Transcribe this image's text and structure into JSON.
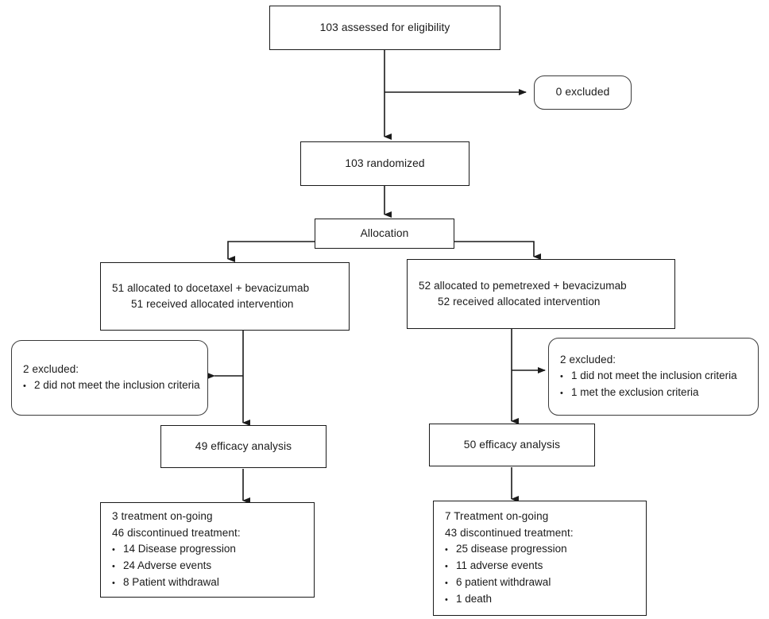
{
  "diagram": {
    "type": "consort-flow-diagram",
    "title": "",
    "line_color": "#1a1a1a",
    "box_fill": "#ffffff"
  },
  "nodes": {
    "assessed": {
      "label": "103 assessed for eligibility",
      "shape": "rectangle"
    },
    "excluded_top": {
      "label": "0 excluded",
      "shape": "rounded-rectangle"
    },
    "randomized": {
      "label": "103 randomized",
      "shape": "rectangle"
    },
    "allocation": {
      "label": "Allocation",
      "shape": "rectangle"
    },
    "alloc_left": {
      "line1": "51 allocated to docetaxel + bevacizumab",
      "line2": "51 received allocated intervention",
      "shape": "rectangle"
    },
    "alloc_right": {
      "line1": "52 allocated to pemetrexed + bevacizumab",
      "line2": "52 received allocated intervention",
      "shape": "rectangle"
    },
    "excluded_left": {
      "heading": "2 excluded:",
      "bullets": [
        "2 did not meet the inclusion criteria"
      ],
      "shape": "rounded-rectangle"
    },
    "excluded_right": {
      "heading": "2 excluded:",
      "bullets": [
        "1 did not meet the inclusion criteria",
        "1 met the exclusion criteria"
      ],
      "shape": "rounded-rectangle"
    },
    "efficacy_left": {
      "label": "49 efficacy analysis",
      "shape": "rectangle"
    },
    "efficacy_right": {
      "label": "50 efficacy analysis",
      "shape": "rectangle"
    },
    "outcome_left": {
      "line1": "3 treatment on-going",
      "line2": "46 discontinued treatment:",
      "bullets": [
        "14 Disease progression",
        "24 Adverse events",
        "8 Patient withdrawal"
      ],
      "shape": "rectangle"
    },
    "outcome_right": {
      "line1": "7 Treatment on-going",
      "line2": "43 discontinued treatment:",
      "bullets": [
        "25 disease progression",
        "11 adverse events",
        "6 patient withdrawal",
        "1 death"
      ],
      "shape": "rectangle"
    }
  },
  "bullet_glyph": "•"
}
